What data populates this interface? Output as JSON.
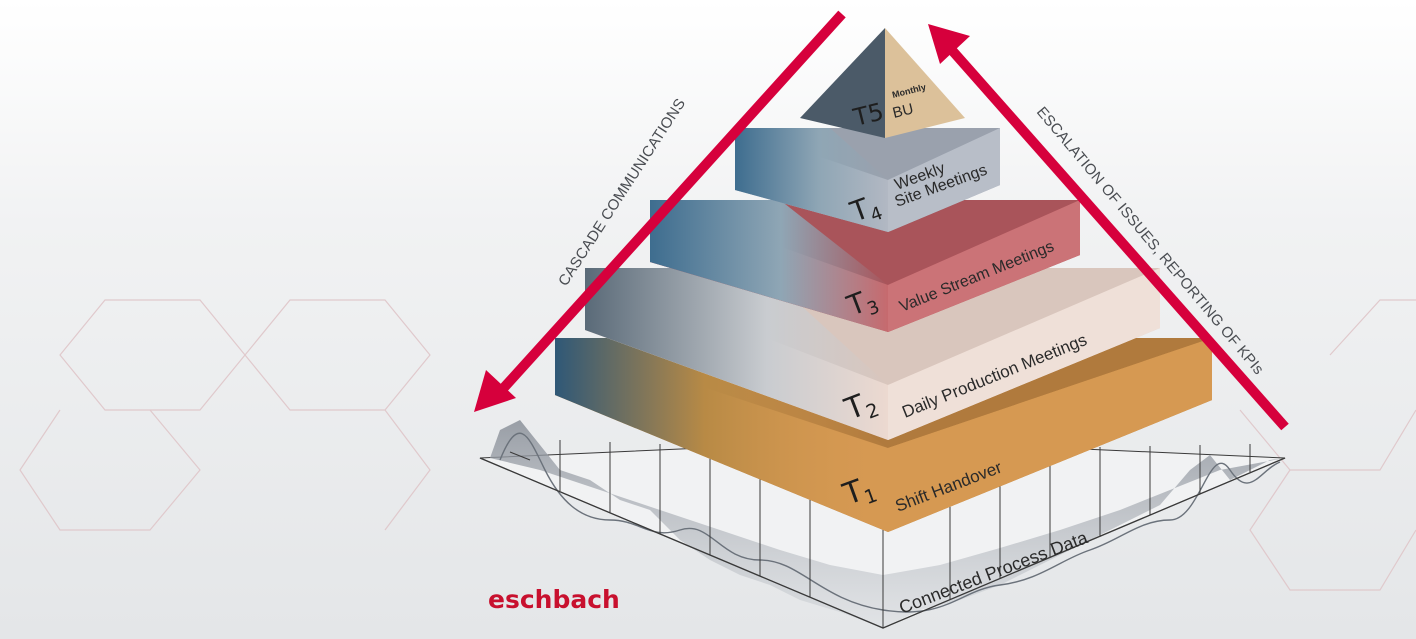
{
  "colors": {
    "arrow": "#d6003c",
    "brand": "#c8102e",
    "tier1": "#d69952",
    "tier2": "#ecd9d0",
    "tier3": "#c66a6e",
    "tier4": "#b2b8c3",
    "tier5": "#dcc19a"
  },
  "arrows": {
    "left_label": "CASCADE COMMUNICATIONS",
    "right_label": "ESCALATION OF ISSUES, REPORTING OF KPIs"
  },
  "tiers": [
    {
      "code": "T",
      "sub": "1",
      "label": "Shift Handover"
    },
    {
      "code": "T",
      "sub": "2",
      "label": "Daily Production Meetings"
    },
    {
      "code": "T",
      "sub": "3",
      "label": "Value Stream Meetings"
    },
    {
      "code": "T",
      "sub": "4",
      "label": "Weekly",
      "label2": "Site Meetings"
    },
    {
      "code": "T5",
      "small": "Monthly",
      "label": "BU"
    }
  ],
  "base_label": "Connected Process Data",
  "brand": "eschbach"
}
